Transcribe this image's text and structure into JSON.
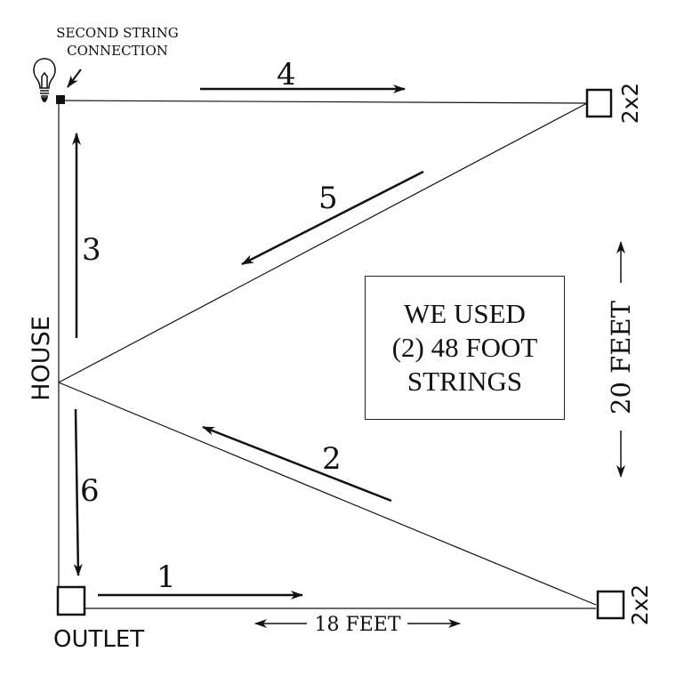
{
  "labels": {
    "second_string_line1": "SECOND STRING",
    "second_string_line2": "CONNECTION",
    "house": "HOUSE",
    "outlet": "OUTLET",
    "post_top": "2x2",
    "post_bottom": "2x2",
    "width_dimension": "18 FEET",
    "height_dimension": "20 FEET"
  },
  "note": {
    "line1": "WE USED",
    "line2": "(2) 48 FOOT",
    "line3": "STRINGS"
  },
  "runs": [
    {
      "number": "1"
    },
    {
      "number": "2"
    },
    {
      "number": "3"
    },
    {
      "number": "4"
    },
    {
      "number": "5"
    },
    {
      "number": "6"
    }
  ],
  "icons": {
    "bulb": "light-bulb-icon"
  },
  "colors": {
    "line": "#111111",
    "background": "#ffffff"
  }
}
